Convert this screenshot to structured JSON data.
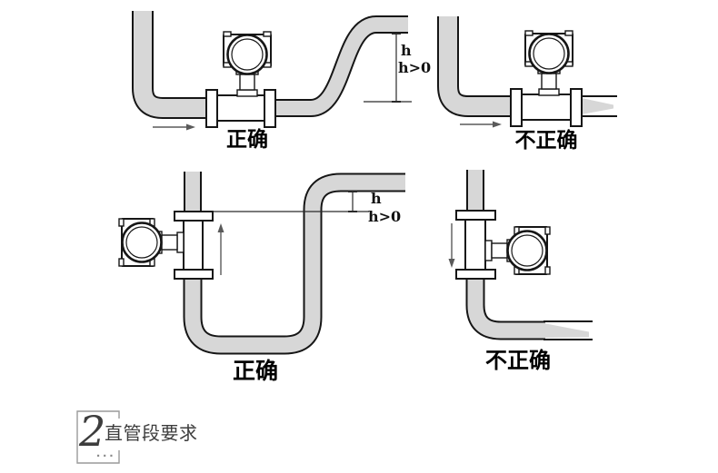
{
  "colors": {
    "pipe_fill": "#d7d7d7",
    "pipe_outline": "#161616",
    "label_text": "#000000",
    "heading_text": "#3d3d3d",
    "box_border": "#9a9a9a"
  },
  "diagrams": [
    {
      "id": "horizontal-correct",
      "verdict": "正确",
      "dimension_labels": [
        "h",
        "h>0"
      ],
      "flow_icon": "right-arrow-icon"
    },
    {
      "id": "horizontal-incorrect",
      "verdict": "不正确",
      "dimension_labels": [],
      "flow_icon": "right-arrow-icon"
    },
    {
      "id": "vertical-correct",
      "verdict": "正确",
      "dimension_labels": [
        "h",
        "h>0"
      ],
      "flow_icon": "up-arrow-icon"
    },
    {
      "id": "vertical-incorrect",
      "verdict": "不正确",
      "dimension_labels": [],
      "flow_icon": "down-arrow-icon"
    }
  ],
  "section_heading": {
    "number": "2",
    "title": "直管段要求",
    "ellipsis": "..."
  }
}
